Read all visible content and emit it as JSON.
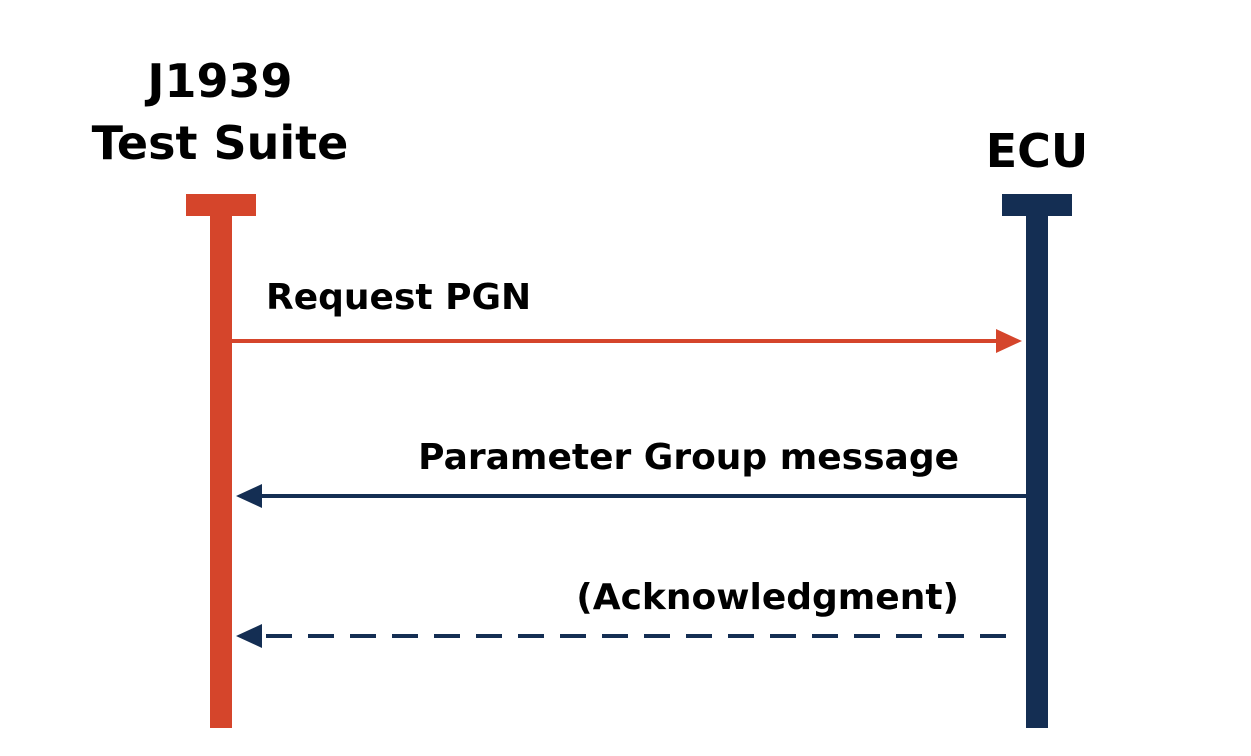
{
  "actors": {
    "left": {
      "line1": "J1939",
      "line2": "Test Suite",
      "color": "#d5452b"
    },
    "right": {
      "name": "ECU",
      "color": "#142e53"
    }
  },
  "messages": [
    {
      "label": "Request PGN",
      "from": "left",
      "to": "right",
      "style": "solid"
    },
    {
      "label": "Parameter Group message",
      "from": "right",
      "to": "left",
      "style": "solid"
    },
    {
      "label": "(Acknowledgment)",
      "from": "right",
      "to": "left",
      "style": "dashed"
    }
  ]
}
